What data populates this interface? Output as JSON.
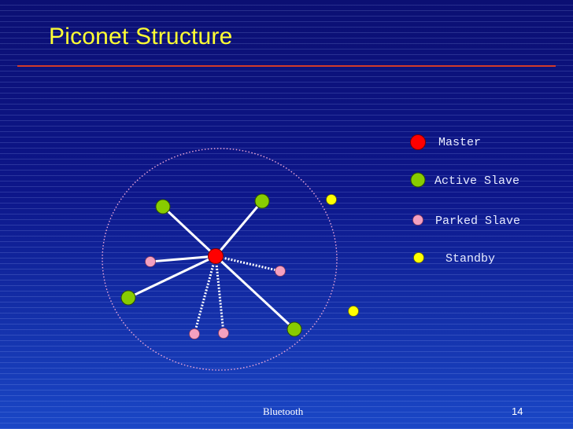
{
  "slide": {
    "title": "Piconet Structure",
    "footer": "Bluetooth",
    "page_number": "14"
  },
  "legend": {
    "master": "Master",
    "active_slave": "Active Slave",
    "parked_slave": "Parked Slave",
    "standby": "Standby"
  },
  "colors": {
    "title": "#ffff33",
    "rule": "#d23b2a",
    "master": "#ff0000",
    "active_slave": "#88cc00",
    "parked_slave": "#f4a0c0",
    "standby": "#ffff00",
    "links": "#ffffff"
  }
}
